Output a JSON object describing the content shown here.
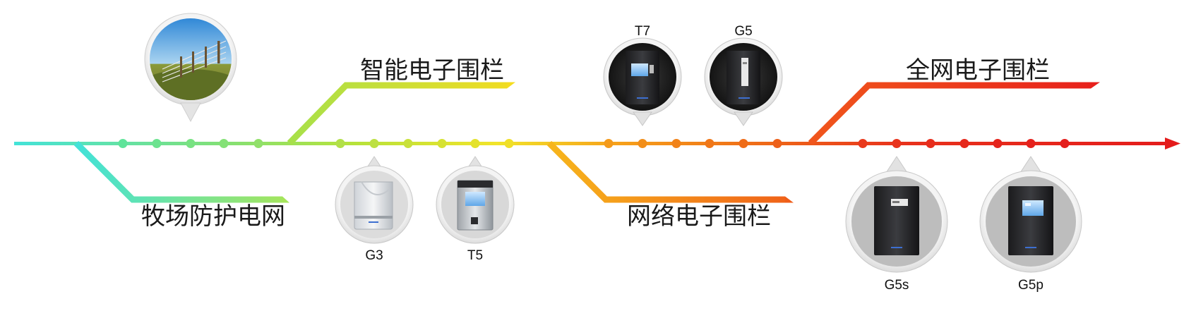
{
  "categories": {
    "ranch": "牧场防护电网",
    "smart": "智能电子围栏",
    "network": "网络电子围栏",
    "full": "全网电子围栏"
  },
  "products": {
    "t7": "T7",
    "g5": "G5",
    "g3": "G3",
    "t5": "T5",
    "g5s": "G5s",
    "g5p": "G5p"
  },
  "colors": {
    "cyan": "#3fe3df",
    "green": "#8fe04a",
    "yellow": "#f7e22a",
    "orange": "#f08a16",
    "red": "#e8221e"
  }
}
